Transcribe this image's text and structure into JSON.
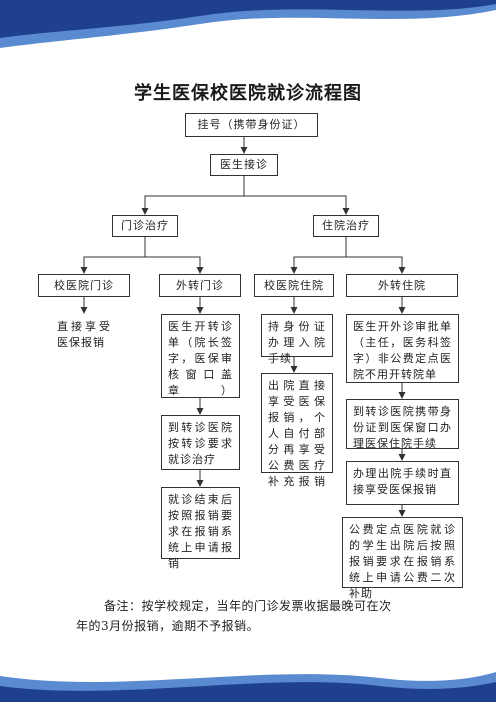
{
  "title": "学生医保校医院就诊流程图",
  "colors": {
    "band_dark": "#1f3f8f",
    "band_light": "#5a8ad0",
    "line": "#333333"
  },
  "nodes": {
    "register": "挂号（携带身份证）",
    "doctor": "医生接诊",
    "outpatient": "门诊治疗",
    "inpatient": "住院治疗",
    "school_outpatient": "校医院门诊",
    "transfer_outpatient": "外转门诊",
    "school_inpatient": "校医院住院",
    "transfer_inpatient": "外转住院",
    "direct_reimburse": "直接享受医保报销",
    "doctor_referral": "医生开转诊单（院长签字，医保审核窗口盖章）",
    "go_referral_hospital": "到转诊医院按转诊要求就诊治疗",
    "after_visit": "就诊结束后按照报销要求在报销系统上申请报销",
    "id_admission": "持身份证办理入院手续",
    "discharge_direct": "出院直接享受医保报销，个人自付部分再享受公费医疗补充报销",
    "doctor_approval": "医生开外诊审批单（主任，医务科签字）非公费定点医院不用开转院单",
    "transfer_window": "到转诊医院携带身份证到医保窗口办理医保住院手续",
    "discharge_enjoy": "办理出院手续时直接享受医保报销",
    "public_fee": "公费定点医院就诊的学生出院后按照报销要求在报销系统上申请公费二次补助"
  },
  "note": {
    "line1": "备注：按学校规定，当年的门诊发票收据最晚可在次",
    "line2": "年的3月份报销，逾期不予报销。"
  }
}
